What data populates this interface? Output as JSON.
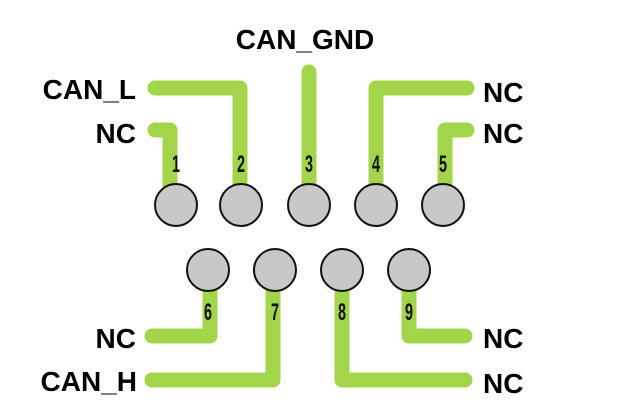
{
  "colors": {
    "trace": "#a3d54a",
    "pin_fill": "#c8c8c8",
    "pin_stroke": "#111111",
    "text": "#000000"
  },
  "pins": [
    {
      "number": "1",
      "signal": "NC"
    },
    {
      "number": "2",
      "signal": "CAN_L"
    },
    {
      "number": "3",
      "signal": "CAN_GND"
    },
    {
      "number": "4",
      "signal": "NC"
    },
    {
      "number": "5",
      "signal": "NC"
    },
    {
      "number": "6",
      "signal": "NC"
    },
    {
      "number": "7",
      "signal": "CAN_H"
    },
    {
      "number": "8",
      "signal": "NC"
    },
    {
      "number": "9",
      "signal": "NC"
    }
  ]
}
